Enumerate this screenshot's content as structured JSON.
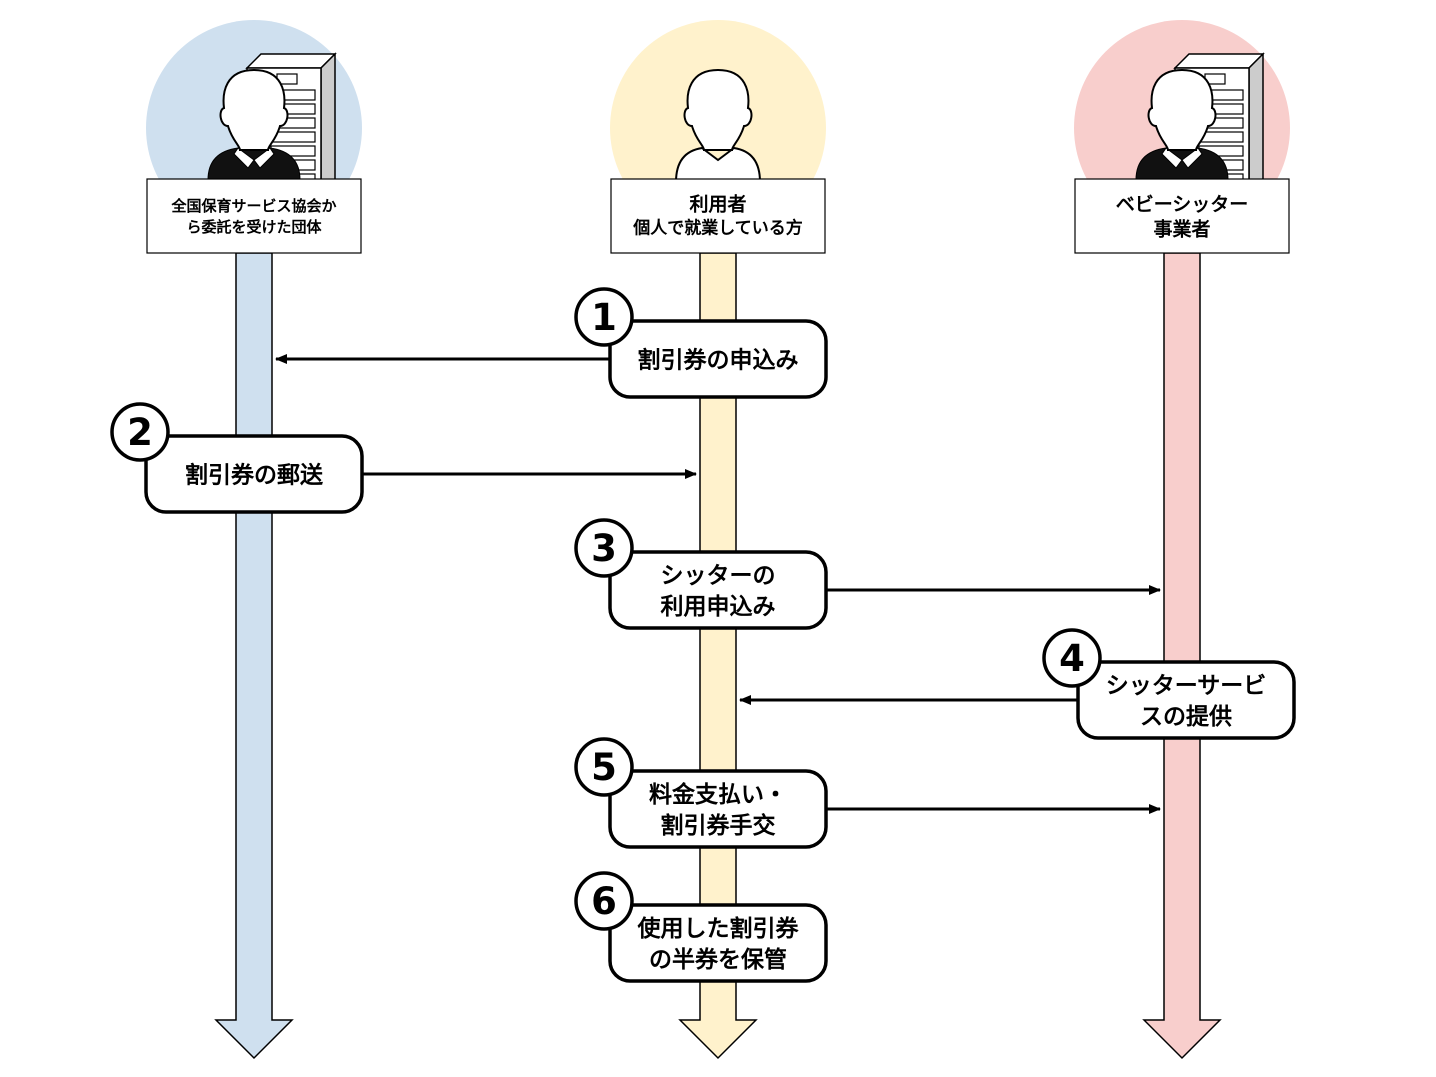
{
  "diagram": {
    "type": "sequence-diagram",
    "colors": {
      "blue": "#cfe0ef",
      "yellow": "#fff2cc",
      "pink": "#f8cecc",
      "stroke": "#000000",
      "server_side": "#cccccc"
    },
    "actors": [
      {
        "id": "org",
        "lines": [
          "全国保育サービス協会か",
          "ら委託を受けた団体"
        ],
        "icon": "businessman-with-server-icon",
        "color": "blue"
      },
      {
        "id": "user",
        "lines": [
          "利用者",
          "個人で就業している方"
        ],
        "icon": "person-icon",
        "color": "yellow"
      },
      {
        "id": "sitter",
        "lines": [
          "ベビーシッター",
          "事業者"
        ],
        "icon": "businessman-with-server-icon",
        "color": "pink"
      }
    ],
    "steps": [
      {
        "number": "1",
        "lines": [
          "割引券の申込み"
        ],
        "from": "user",
        "to": "org",
        "box_at": "user"
      },
      {
        "number": "2",
        "lines": [
          "割引券の郵送"
        ],
        "from": "org",
        "to": "user",
        "box_at": "org"
      },
      {
        "number": "3",
        "lines": [
          "シッターの",
          "利用申込み"
        ],
        "from": "user",
        "to": "sitter",
        "box_at": "user"
      },
      {
        "number": "4",
        "lines": [
          "シッターサービ",
          "スの提供"
        ],
        "from": "sitter",
        "to": "user",
        "box_at": "sitter"
      },
      {
        "number": "5",
        "lines": [
          "料金支払い・",
          "割引券手交"
        ],
        "from": "user",
        "to": "sitter",
        "box_at": "user"
      },
      {
        "number": "6",
        "lines": [
          "使用した割引券",
          "の半券を保管"
        ],
        "from": null,
        "to": null,
        "box_at": "user"
      }
    ]
  }
}
